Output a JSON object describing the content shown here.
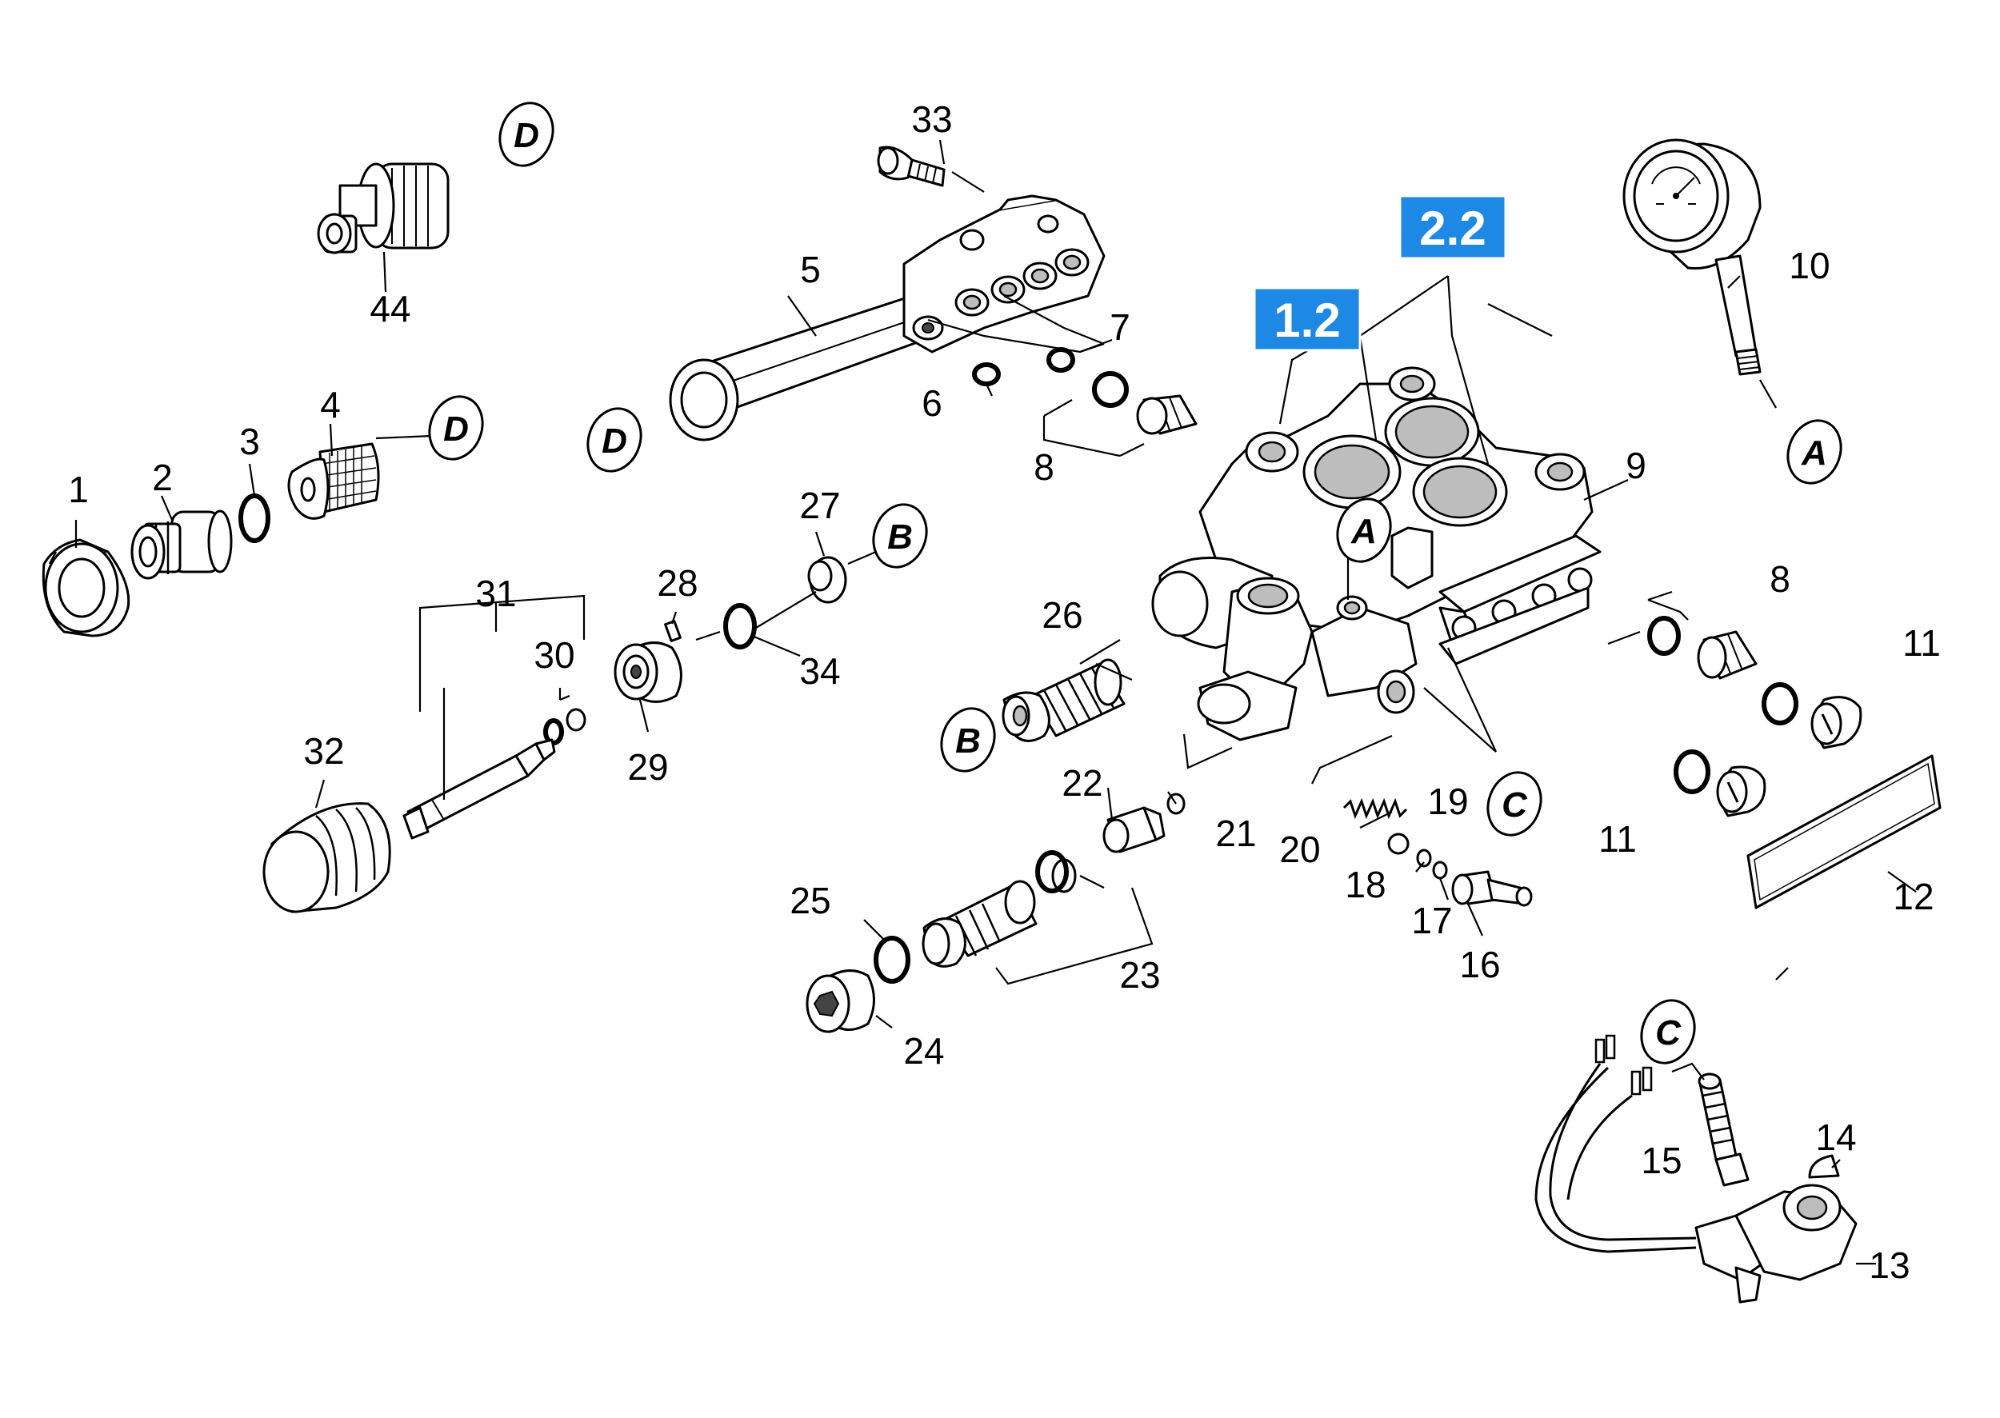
{
  "colors": {
    "highlight": "#1e88e5",
    "line": "#000000",
    "background": "#ffffff"
  },
  "callouts": {
    "c1": "1",
    "c2": "2",
    "c3": "3",
    "c4": "4",
    "c5": "5",
    "c6": "6",
    "c7": "7",
    "c8a": "8",
    "c8b": "8",
    "c9": "9",
    "c10": "10",
    "c11a": "11",
    "c11b": "11",
    "c12": "12",
    "c13": "13",
    "c14": "14",
    "c15": "15",
    "c16": "16",
    "c17": "17",
    "c18": "18",
    "c19": "19",
    "c20": "20",
    "c21": "21",
    "c22": "22",
    "c23": "23",
    "c24": "24",
    "c25": "25",
    "c26": "26",
    "c27": "27",
    "c28": "28",
    "c29": "29",
    "c30": "30",
    "c31": "31",
    "c32": "32",
    "c33": "33",
    "c34": "34",
    "c44": "44"
  },
  "highlight_badges": {
    "b12": "1.2",
    "b22": "2.2"
  },
  "connection_refs": {
    "d_top": "D",
    "d_mid": "D",
    "d_pipe": "D",
    "a_gauge": "A",
    "a_body": "A",
    "b_top": "B",
    "b_valve": "B",
    "c_body": "C",
    "c_switch": "C"
  }
}
